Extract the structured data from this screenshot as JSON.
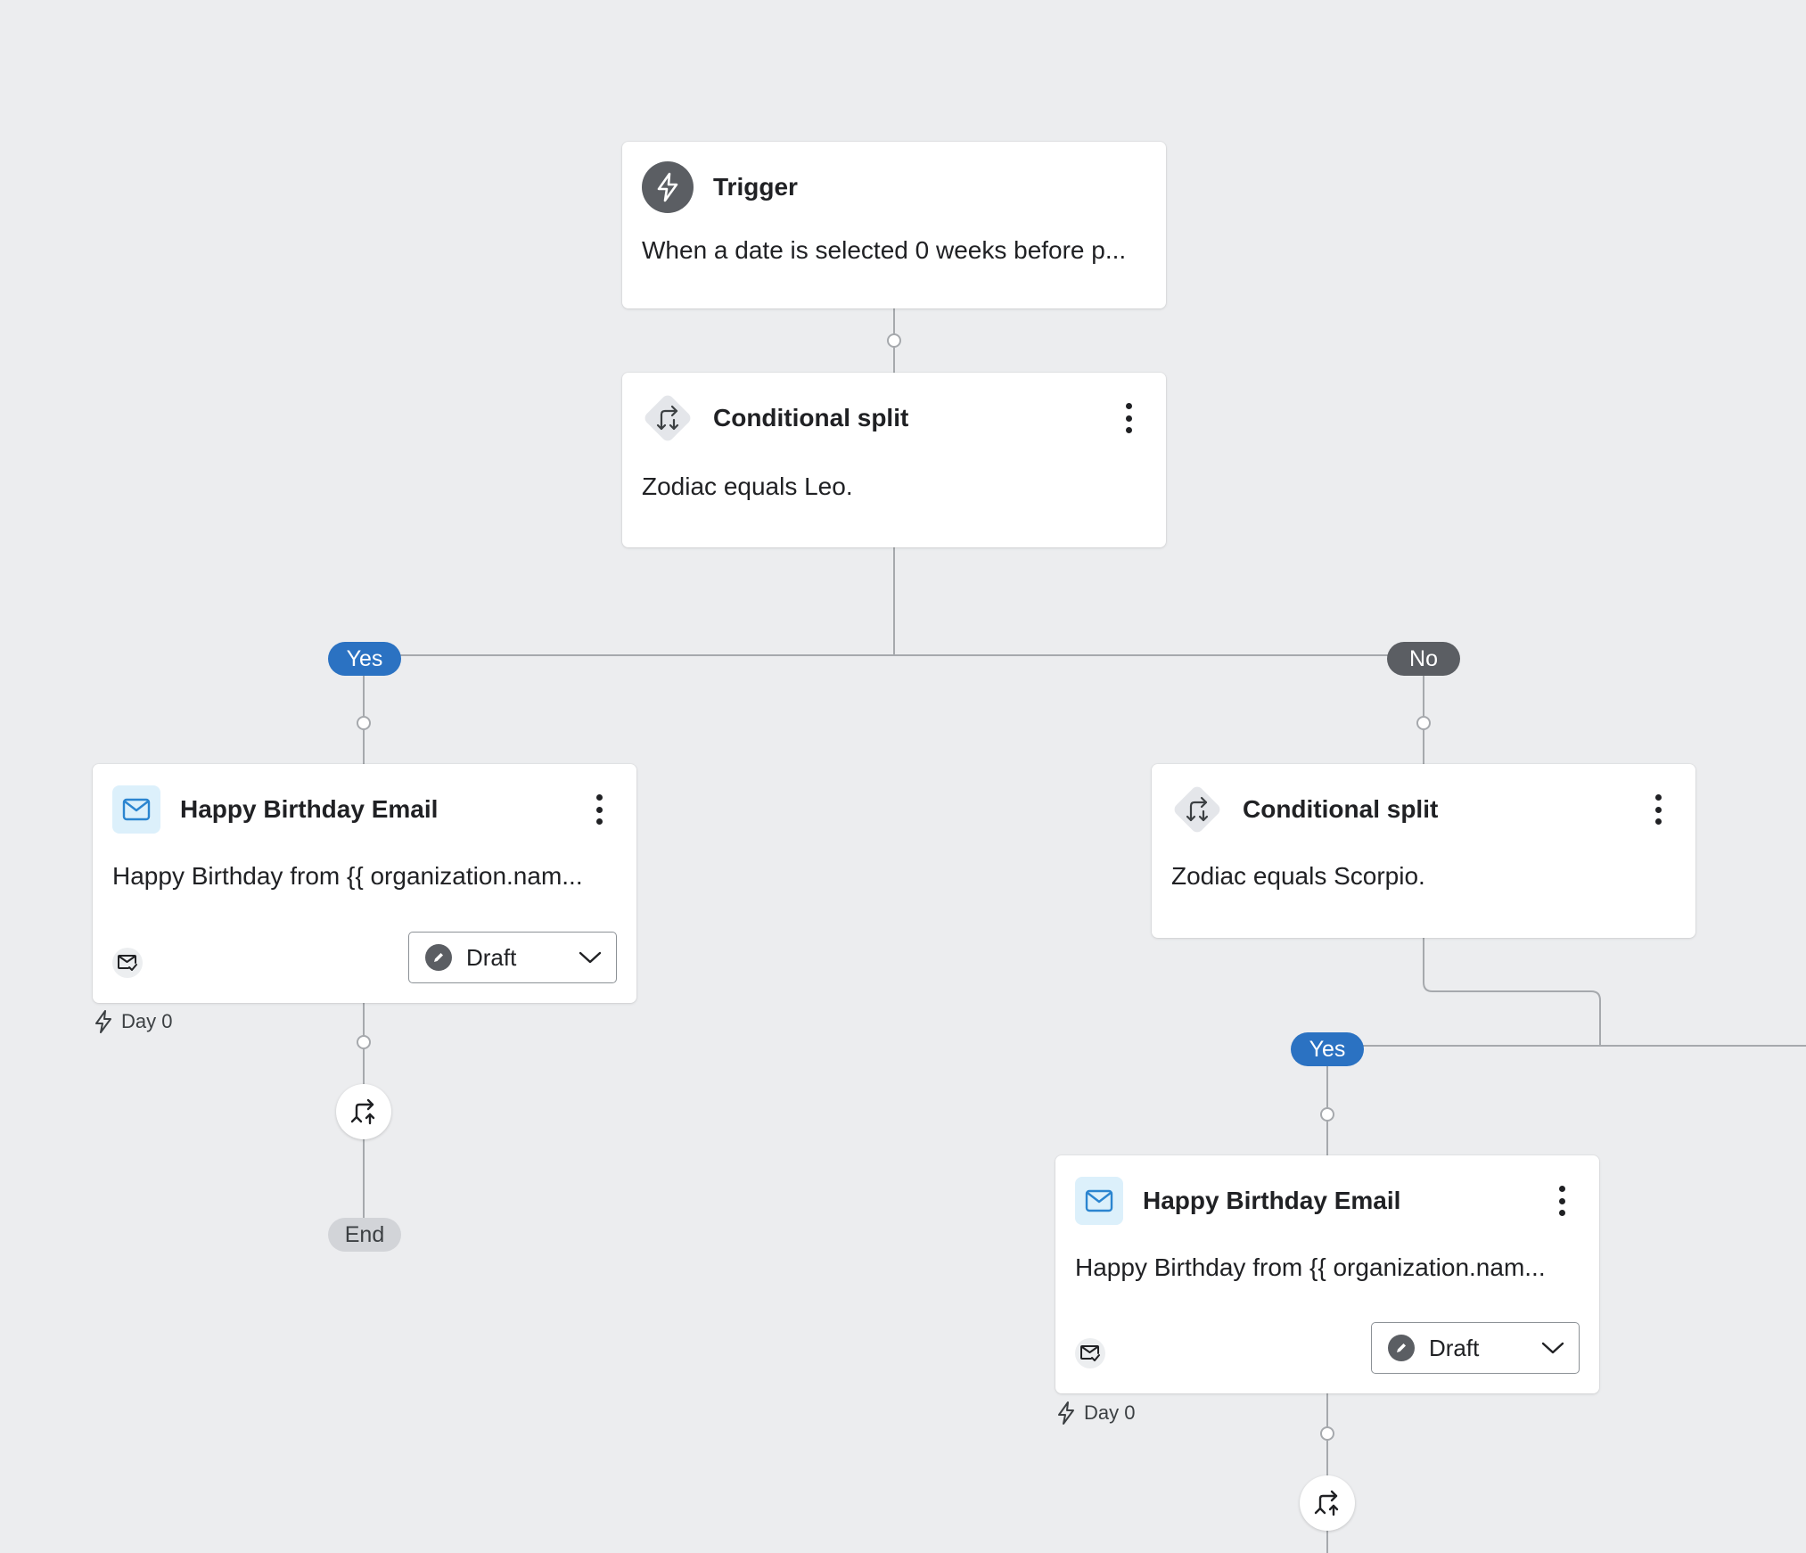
{
  "trigger": {
    "title": "Trigger",
    "description": "When a date is selected 0 weeks before p..."
  },
  "split_1": {
    "title": "Conditional split",
    "description": "Zodiac equals Leo."
  },
  "branch_labels": {
    "yes": "Yes",
    "no": "No",
    "end": "End"
  },
  "email_1": {
    "title": "Happy Birthday Email",
    "description": "Happy Birthday from {{ organization.nam...",
    "status": "Draft",
    "delay": "Day 0"
  },
  "split_2": {
    "title": "Conditional split",
    "description": "Zodiac equals Scorpio."
  },
  "email_2": {
    "title": "Happy Birthday Email",
    "description": "Happy Birthday from {{ organization.nam...",
    "status": "Draft",
    "delay": "Day 0"
  },
  "icons": {
    "trigger": "lightning-icon",
    "split": "split-arrows-icon",
    "email": "envelope-icon",
    "email_check": "envelope-check-icon",
    "status": "pencil-icon",
    "dropdown": "chevron-down-icon",
    "delay": "lightning-icon",
    "exit": "exit-arrows-icon"
  },
  "colors": {
    "canvas": "#ecedef",
    "yes_badge": "#2b72c2",
    "no_badge": "#5b5e63",
    "connector": "#a6a9ad"
  }
}
